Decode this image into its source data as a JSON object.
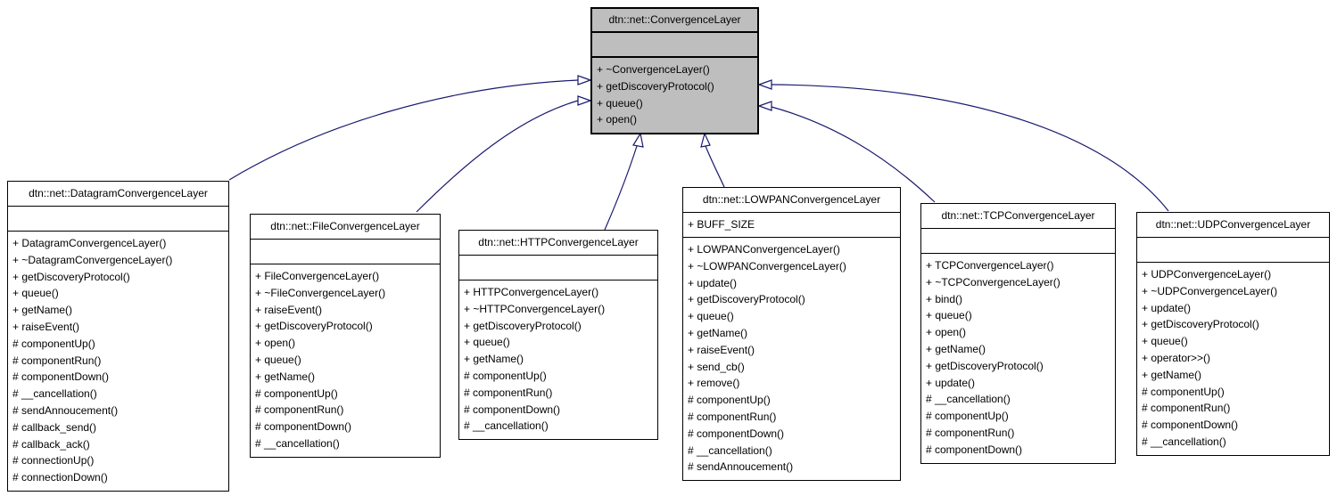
{
  "diagram": {
    "type": "uml-class-inheritance",
    "background_color": "#ffffff",
    "edge_color": "#191970",
    "base_class_fill": "#bebebe",
    "derived_class_fill": "#ffffff",
    "border_color": "#000000"
  },
  "classes": [
    {
      "name": "dtn::net::ConvergenceLayer",
      "attributes": [],
      "methods": [
        "+ ~ConvergenceLayer()",
        "+ getDiscoveryProtocol()",
        "+ queue()",
        "+ open()"
      ]
    },
    {
      "name": "dtn::net::DatagramConvergenceLayer",
      "attributes": [],
      "methods": [
        "+ DatagramConvergenceLayer()",
        "+ ~DatagramConvergenceLayer()",
        "+ getDiscoveryProtocol()",
        "+ queue()",
        "+ getName()",
        "+ raiseEvent()",
        "# componentUp()",
        "# componentRun()",
        "# componentDown()",
        "# __cancellation()",
        "# sendAnnoucement()",
        "# callback_send()",
        "# callback_ack()",
        "# connectionUp()",
        "# connectionDown()"
      ]
    },
    {
      "name": "dtn::net::FileConvergenceLayer",
      "attributes": [],
      "methods": [
        "+ FileConvergenceLayer()",
        "+ ~FileConvergenceLayer()",
        "+ raiseEvent()",
        "+ getDiscoveryProtocol()",
        "+ open()",
        "+ queue()",
        "+ getName()",
        "# componentUp()",
        "# componentRun()",
        "# componentDown()",
        "# __cancellation()"
      ]
    },
    {
      "name": "dtn::net::HTTPConvergenceLayer",
      "attributes": [],
      "methods": [
        "+ HTTPConvergenceLayer()",
        "+ ~HTTPConvergenceLayer()",
        "+ getDiscoveryProtocol()",
        "+ queue()",
        "+ getName()",
        "# componentUp()",
        "# componentRun()",
        "# componentDown()",
        "# __cancellation()"
      ]
    },
    {
      "name": "dtn::net::LOWPANConvergenceLayer",
      "attributes": [
        "+ BUFF_SIZE"
      ],
      "methods": [
        "+ LOWPANConvergenceLayer()",
        "+ ~LOWPANConvergenceLayer()",
        "+ update()",
        "+ getDiscoveryProtocol()",
        "+ queue()",
        "+ getName()",
        "+ raiseEvent()",
        "+ send_cb()",
        "+ remove()",
        "# componentUp()",
        "# componentRun()",
        "# componentDown()",
        "# __cancellation()",
        "# sendAnnoucement()"
      ]
    },
    {
      "name": "dtn::net::TCPConvergenceLayer",
      "attributes": [],
      "methods": [
        "+ TCPConvergenceLayer()",
        "+ ~TCPConvergenceLayer()",
        "+ bind()",
        "+ queue()",
        "+ open()",
        "+ getName()",
        "+ getDiscoveryProtocol()",
        "+ update()",
        "# __cancellation()",
        "# componentUp()",
        "# componentRun()",
        "# componentDown()"
      ]
    },
    {
      "name": "dtn::net::UDPConvergenceLayer",
      "attributes": [],
      "methods": [
        "+ UDPConvergenceLayer()",
        "+ ~UDPConvergenceLayer()",
        "+ update()",
        "+ getDiscoveryProtocol()",
        "+ queue()",
        "+ operator>>()",
        "+ getName()",
        "# componentUp()",
        "# componentRun()",
        "# componentDown()",
        "# __cancellation()"
      ]
    }
  ],
  "edges": [
    {
      "from": "dtn::net::DatagramConvergenceLayer",
      "to": "dtn::net::ConvergenceLayer",
      "type": "public-inheritance"
    },
    {
      "from": "dtn::net::FileConvergenceLayer",
      "to": "dtn::net::ConvergenceLayer",
      "type": "public-inheritance"
    },
    {
      "from": "dtn::net::HTTPConvergenceLayer",
      "to": "dtn::net::ConvergenceLayer",
      "type": "public-inheritance"
    },
    {
      "from": "dtn::net::LOWPANConvergenceLayer",
      "to": "dtn::net::ConvergenceLayer",
      "type": "public-inheritance"
    },
    {
      "from": "dtn::net::TCPConvergenceLayer",
      "to": "dtn::net::ConvergenceLayer",
      "type": "public-inheritance"
    },
    {
      "from": "dtn::net::UDPConvergenceLayer",
      "to": "dtn::net::ConvergenceLayer",
      "type": "public-inheritance"
    }
  ]
}
